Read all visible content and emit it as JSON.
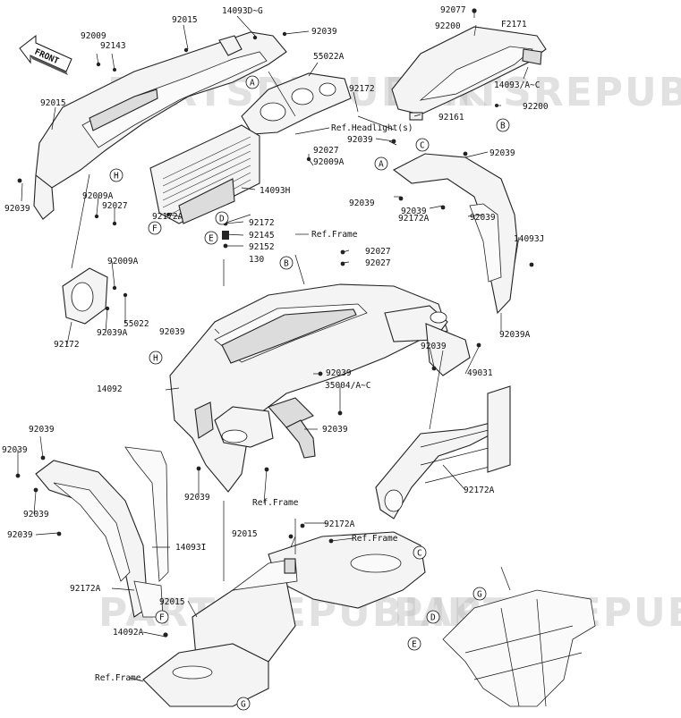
{
  "front_badge": "FRONT",
  "part_labels": [
    {
      "id": "l1",
      "text": "14093D~G"
    },
    {
      "id": "l2",
      "text": "92015"
    },
    {
      "id": "l3",
      "text": "92039"
    },
    {
      "id": "l4",
      "text": "92009"
    },
    {
      "id": "l5",
      "text": "92143"
    },
    {
      "id": "l6",
      "text": "55022A"
    },
    {
      "id": "l7",
      "text": "92015"
    },
    {
      "id": "l8",
      "text": "92172"
    },
    {
      "id": "l9",
      "text": "Ref.Headlight(s)"
    },
    {
      "id": "l10",
      "text": "92039"
    },
    {
      "id": "l11",
      "text": "92027"
    },
    {
      "id": "l12",
      "text": "92009A"
    },
    {
      "id": "l13",
      "text": "92039"
    },
    {
      "id": "l14",
      "text": "14093H"
    },
    {
      "id": "l15",
      "text": "92009A"
    },
    {
      "id": "l16",
      "text": "92027"
    },
    {
      "id": "l17",
      "text": "92172A"
    },
    {
      "id": "l18",
      "text": "92077"
    },
    {
      "id": "l19",
      "text": "92200"
    },
    {
      "id": "l20",
      "text": "F2171"
    },
    {
      "id": "l21",
      "text": "14093/A~C"
    },
    {
      "id": "l22",
      "text": "92200"
    },
    {
      "id": "l23",
      "text": "92161"
    },
    {
      "id": "l24",
      "text": "92039"
    },
    {
      "id": "l25",
      "text": "92039"
    },
    {
      "id": "l26",
      "text": "92039"
    },
    {
      "id": "l27",
      "text": "92039"
    },
    {
      "id": "l28",
      "text": "Ref.Frame"
    },
    {
      "id": "l29",
      "text": "92172A"
    },
    {
      "id": "l30",
      "text": "14093J"
    },
    {
      "id": "l31",
      "text": "92039A"
    },
    {
      "id": "l32",
      "text": "92172"
    },
    {
      "id": "l33",
      "text": "92145"
    },
    {
      "id": "l34",
      "text": "92152"
    },
    {
      "id": "l35",
      "text": "130"
    },
    {
      "id": "l36",
      "text": "92027"
    },
    {
      "id": "l37",
      "text": "92027"
    },
    {
      "id": "l38",
      "text": "92009A"
    },
    {
      "id": "l39",
      "text": "55022"
    },
    {
      "id": "l40",
      "text": "92172"
    },
    {
      "id": "l41",
      "text": "92039A"
    },
    {
      "id": "l42",
      "text": "92039"
    },
    {
      "id": "l43",
      "text": "92039"
    },
    {
      "id": "l44",
      "text": "49031"
    },
    {
      "id": "l45",
      "text": "92039"
    },
    {
      "id": "l46",
      "text": "35004/A~C"
    },
    {
      "id": "l47",
      "text": "14092"
    },
    {
      "id": "l48",
      "text": "92039"
    },
    {
      "id": "l49",
      "text": "92039"
    },
    {
      "id": "l50",
      "text": "92039"
    },
    {
      "id": "l51",
      "text": "92039"
    },
    {
      "id": "l52",
      "text": "92039"
    },
    {
      "id": "l53",
      "text": "92039"
    },
    {
      "id": "l54",
      "text": "Ref.Frame"
    },
    {
      "id": "l55",
      "text": "92172A"
    },
    {
      "id": "l56",
      "text": "92015"
    },
    {
      "id": "l57",
      "text": "92172A"
    },
    {
      "id": "l58",
      "text": "Ref.Frame"
    },
    {
      "id": "l59",
      "text": "14093I"
    },
    {
      "id": "l60",
      "text": "92172A"
    },
    {
      "id": "l61",
      "text": "92015"
    },
    {
      "id": "l62",
      "text": "14092A"
    },
    {
      "id": "l63",
      "text": "Ref.Frame"
    }
  ],
  "callout_letters": [
    {
      "id": "c1",
      "text": "A"
    },
    {
      "id": "c2",
      "text": "H"
    },
    {
      "id": "c3",
      "text": "D"
    },
    {
      "id": "c4",
      "text": "E"
    },
    {
      "id": "c5",
      "text": "F"
    },
    {
      "id": "c6",
      "text": "B"
    },
    {
      "id": "c7",
      "text": "C"
    },
    {
      "id": "c8",
      "text": "A"
    },
    {
      "id": "c9",
      "text": "B"
    },
    {
      "id": "c10",
      "text": "H"
    },
    {
      "id": "c11",
      "text": "C"
    },
    {
      "id": "c12",
      "text": "F"
    },
    {
      "id": "c13",
      "text": "G"
    },
    {
      "id": "c14",
      "text": "G"
    },
    {
      "id": "c15",
      "text": "D"
    },
    {
      "id": "c16",
      "text": "E"
    }
  ],
  "watermark": "PARTSREPUBLIK"
}
